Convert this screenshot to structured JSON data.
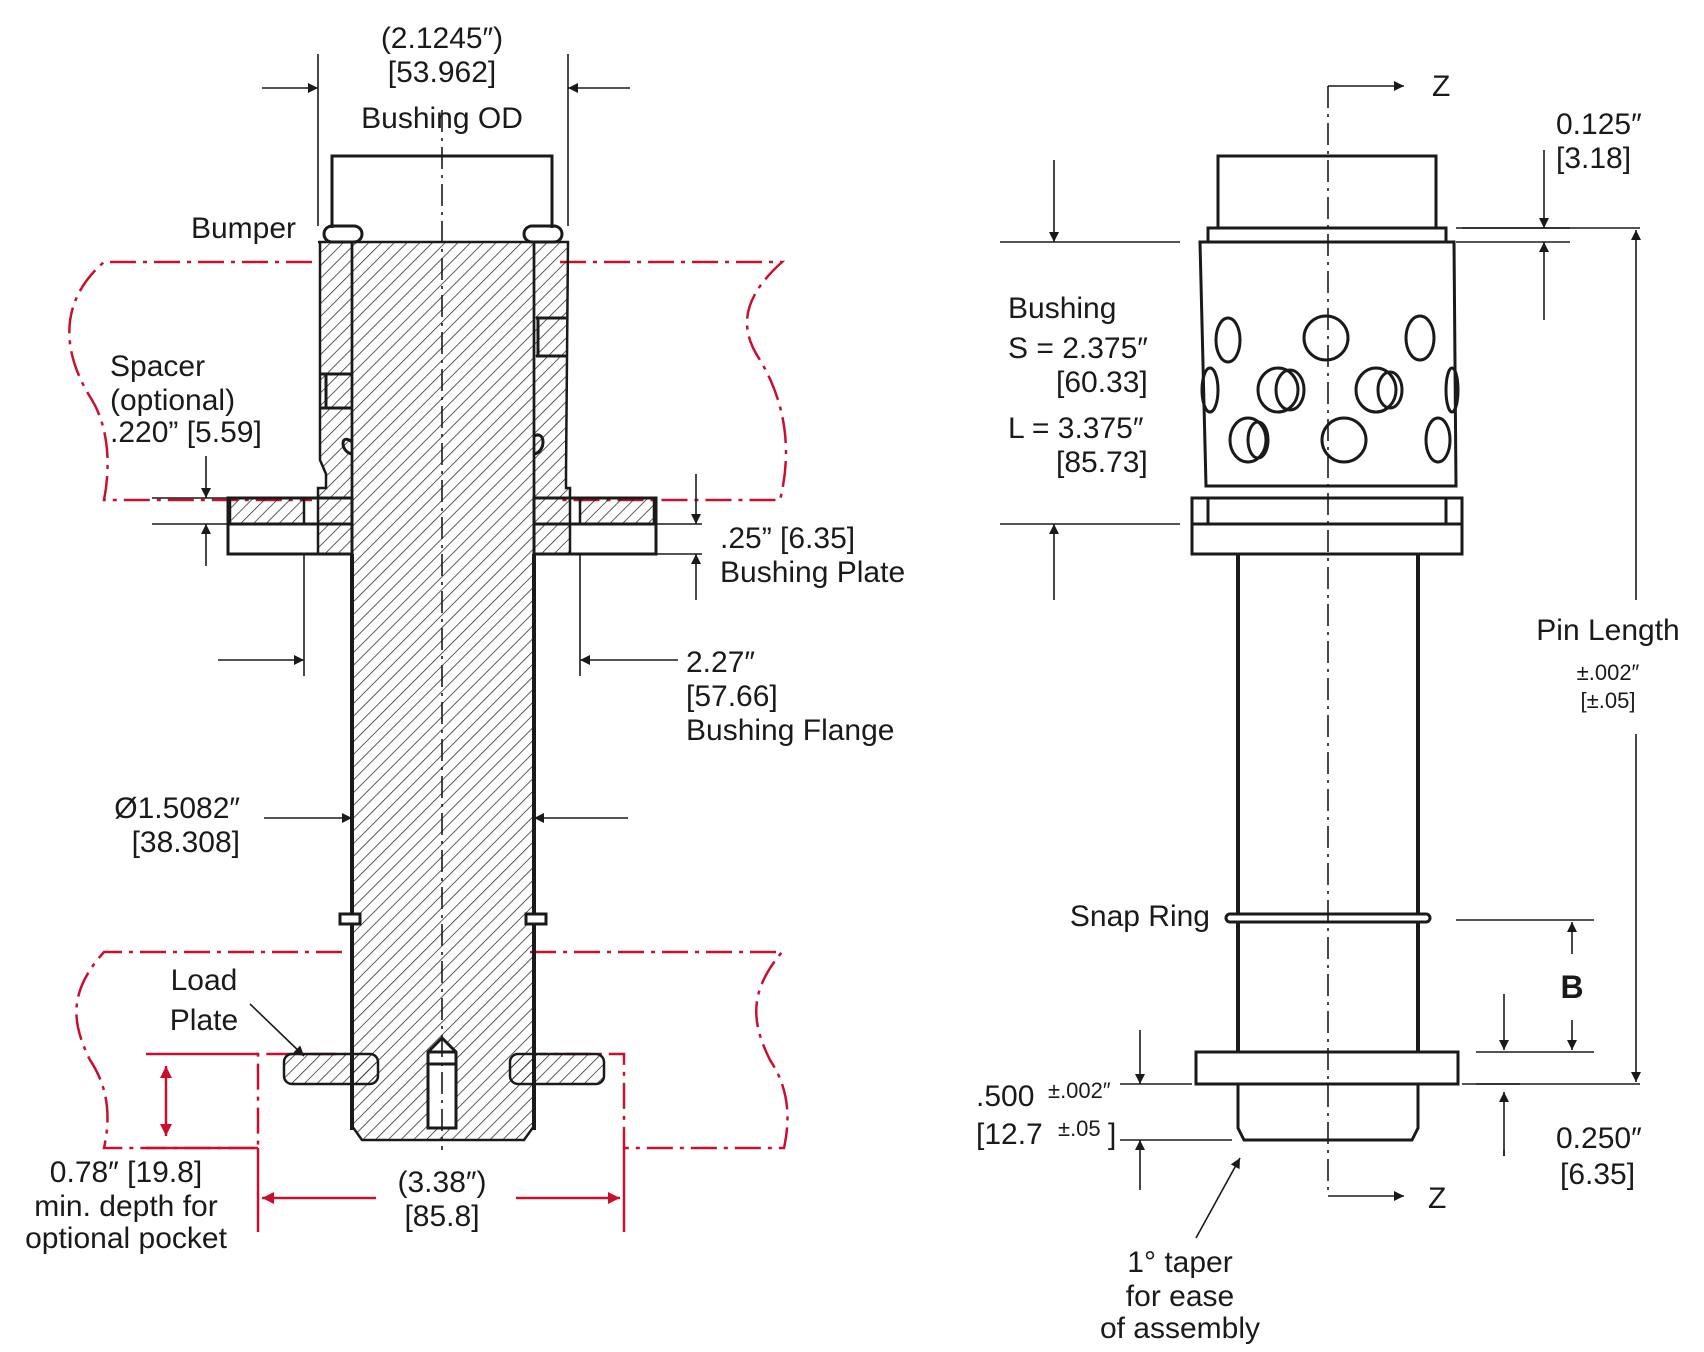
{
  "labels": {
    "bushing_od_inch": "(2.1245″)",
    "bushing_od_mm": "[53.962]",
    "bushing_od_name": "Bushing OD",
    "bumper": "Bumper",
    "spacer_1": "Spacer",
    "spacer_2": "(optional)",
    "spacer_3": ".220” [5.59]",
    "plate_thickness": ".25” [6.35]",
    "bushing_plate": "Bushing Plate",
    "flange_inch": "2.27″",
    "flange_mm": "[57.66]",
    "bushing_flange": "Bushing Flange",
    "pin_dia_inch": "Ø1.5082″",
    "pin_dia_mm": "[38.308]",
    "load_plate_1": "Load",
    "load_plate_2": "Plate",
    "pocket_1": "0.78″ [19.8]",
    "pocket_2": "min. depth for",
    "pocket_3": "optional pocket",
    "width_inch": "(3.38″)",
    "width_mm": "[85.8]",
    "z_top": "Z",
    "z_bottom": "Z",
    "top_offset_inch": "0.125″",
    "top_offset_mm": "[3.18]",
    "bushing": "Bushing",
    "bushing_s": "S = 2.375″",
    "bushing_s_mm": "[60.33]",
    "bushing_l": "L = 3.375″",
    "bushing_l_mm": "[85.73]",
    "pin_length": "Pin Length",
    "pin_length_tol": "±.002″",
    "pin_length_tol_mm": "[±.05]",
    "snap_ring": "Snap Ring",
    "b_label": "B",
    "head_inch": ".500",
    "head_tol": "±.002″",
    "head_mm": "[12.7",
    "head_tol_mm": "±.05",
    "head_close": "]",
    "bottom_offset_inch": "0.250″",
    "bottom_offset_mm": "[6.35]",
    "taper_1": "1° taper",
    "taper_2": "for ease",
    "taper_3": "of assembly"
  },
  "colors": {
    "line": "#1a1a1a",
    "pocket": "#c8102e"
  }
}
